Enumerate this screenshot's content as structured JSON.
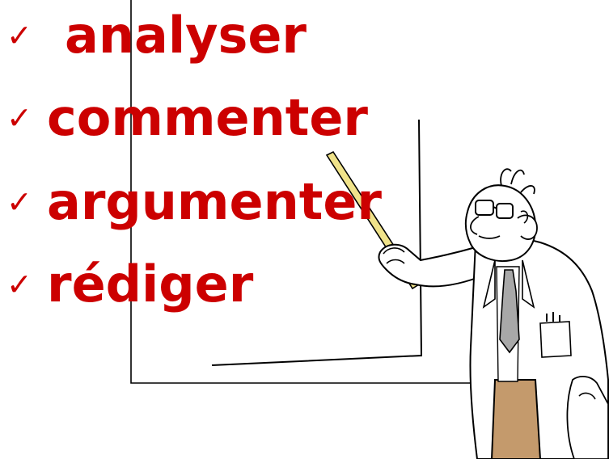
{
  "colors": {
    "accent": "#cc0000",
    "ink": "#000000",
    "pointer": "#f0e38a",
    "trousers": "#c49a6c",
    "tie": "#a8a8a8"
  },
  "icons": {
    "bullet": "check-icon"
  },
  "items": [
    {
      "check": "✓",
      "label": "analyser"
    },
    {
      "check": "✓",
      "label": "commenter"
    },
    {
      "check": "✓",
      "label": "argumenter"
    },
    {
      "check": "✓",
      "label": "rédiger"
    }
  ]
}
